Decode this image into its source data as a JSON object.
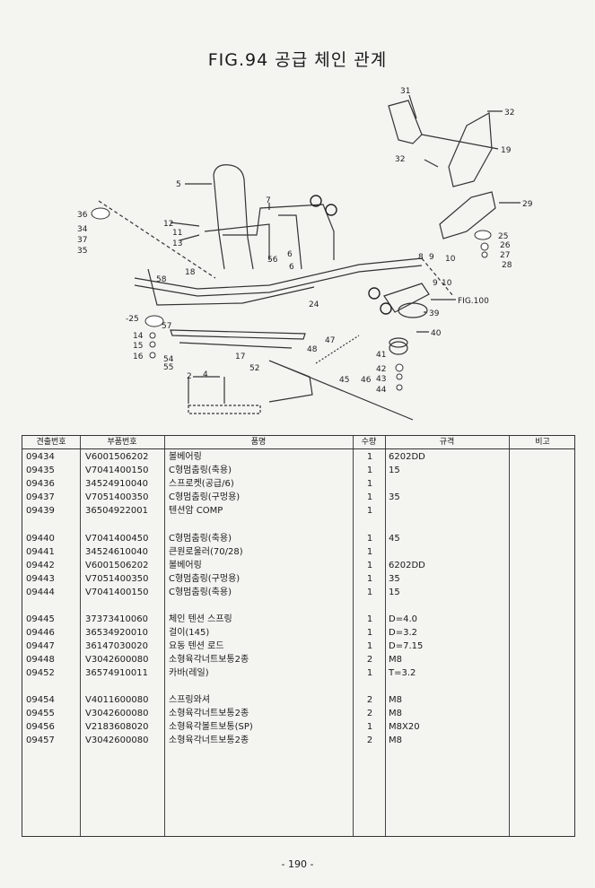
{
  "title": "FIG.94 공급 체인 관계",
  "diagram_labels": [
    "31",
    "32",
    "19",
    "32",
    "29",
    "5",
    "7",
    "36",
    "34",
    "37",
    "35",
    "12",
    "11",
    "13",
    "25",
    "26",
    "27",
    "28",
    "8",
    "9",
    "10",
    "9",
    "10",
    "58",
    "18",
    "56",
    "6",
    "6",
    "24",
    "FIG.100",
    "39",
    "40",
    "-25",
    "57",
    "14",
    "15",
    "16",
    "48",
    "47",
    "17",
    "52",
    "54",
    "55",
    "2",
    "4",
    "45",
    "46",
    "41",
    "42",
    "43",
    "44"
  ],
  "table": {
    "headers": [
      "견출번호",
      "부품번호",
      "품명",
      "수량",
      "규격",
      "비고"
    ],
    "rows": [
      {
        "no": "09434",
        "part": "V6001506202",
        "name": "볼베어링",
        "qty": "1",
        "spec": "6202DD"
      },
      {
        "no": "09435",
        "part": "V7041400150",
        "name": "C형멈춤링(축용)",
        "qty": "1",
        "spec": "15"
      },
      {
        "no": "09436",
        "part": "34524910040",
        "name": "스프로켓(공급/6)",
        "qty": "1",
        "spec": ""
      },
      {
        "no": "09437",
        "part": "V7051400350",
        "name": "C형멈춤링(구멍용)",
        "qty": "1",
        "spec": "35"
      },
      {
        "no": "09439",
        "part": "36504922001",
        "name": "텐션암 COMP",
        "qty": "1",
        "spec": ""
      },
      {
        "no": "09440",
        "part": "V7041400450",
        "name": "C형멈춤링(축용)",
        "qty": "1",
        "spec": "45"
      },
      {
        "no": "09441",
        "part": "34524610040",
        "name": "큰원로울러(70/28)",
        "qty": "1",
        "spec": ""
      },
      {
        "no": "09442",
        "part": "V6001506202",
        "name": "볼베어링",
        "qty": "1",
        "spec": "6202DD"
      },
      {
        "no": "09443",
        "part": "V7051400350",
        "name": "C형멈춤링(구멍용)",
        "qty": "1",
        "spec": "35"
      },
      {
        "no": "09444",
        "part": "V7041400150",
        "name": "C형멈춤링(축용)",
        "qty": "1",
        "spec": "15"
      },
      {
        "no": "09445",
        "part": "37373410060",
        "name": "체인 텐션 스프링",
        "qty": "1",
        "spec": "D=4.0"
      },
      {
        "no": "09446",
        "part": "36534920010",
        "name": "걸이(145)",
        "qty": "1",
        "spec": "D=3.2"
      },
      {
        "no": "09447",
        "part": "36147030020",
        "name": "요동 텐션 로드",
        "qty": "1",
        "spec": "D=7.15"
      },
      {
        "no": "09448",
        "part": "V3042600080",
        "name": "소형육각너트보통2종",
        "qty": "2",
        "spec": "M8"
      },
      {
        "no": "09452",
        "part": "36574910011",
        "name": "카바(레일)",
        "qty": "1",
        "spec": "T=3.2"
      },
      {
        "no": "09454",
        "part": "V4011600080",
        "name": "스프링와셔",
        "qty": "2",
        "spec": "M8"
      },
      {
        "no": "09455",
        "part": "V3042600080",
        "name": "소형육각너트보통2종",
        "qty": "2",
        "spec": "M8"
      },
      {
        "no": "09456",
        "part": "V2183608020",
        "name": "소형육각볼트보통(SP)",
        "qty": "1",
        "spec": "M8X20"
      },
      {
        "no": "09457",
        "part": "V3042600080",
        "name": "소형육각너트보통2종",
        "qty": "2",
        "spec": "M8"
      }
    ]
  },
  "page_number": "- 190 -"
}
